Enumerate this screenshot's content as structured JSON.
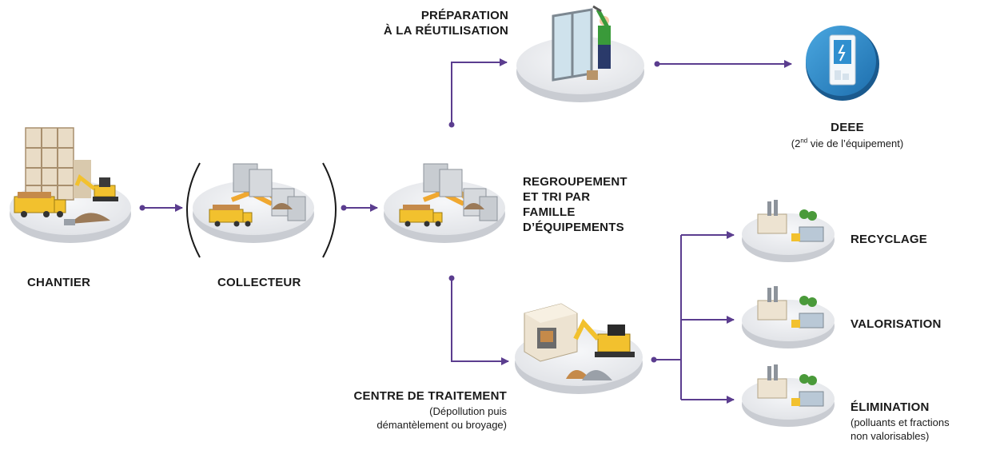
{
  "nodes": {
    "chantier": {
      "label": "CHANTIER"
    },
    "collecteur": {
      "label": "COLLECTEUR"
    },
    "regroupement": {
      "label_lines": [
        "REGROUPEMENT",
        "ET TRI PAR",
        "FAMILLE",
        "D’ÉQUIPEMENTS"
      ]
    },
    "preparation": {
      "label_lines": [
        "PRÉPARATION",
        "À LA RÉUTILISATION"
      ]
    },
    "deee": {
      "label": "DEEE",
      "sub_prefix": "(2",
      "sub_sup": "nd",
      "sub_suffix": " vie de l’équipement)"
    },
    "centre": {
      "label": "CENTRE DE TRAITEMENT",
      "sub_lines": [
        "(Dépollution puis",
        "démantèlement ou broyage)"
      ]
    },
    "recyclage": {
      "label": "RECYCLAGE"
    },
    "valorisation": {
      "label": "VALORISATION"
    },
    "elimination": {
      "label": "ÉLIMINATION",
      "sub_lines": [
        "(polluants et fractions",
        "non valorisables)"
      ]
    }
  },
  "colors": {
    "arrow": "#5b3d8f",
    "platform_top": "#eef0f3",
    "platform_side": "#c9ccd2",
    "truck": "#f2c12e",
    "deee_blue": "#2f8fcf"
  }
}
